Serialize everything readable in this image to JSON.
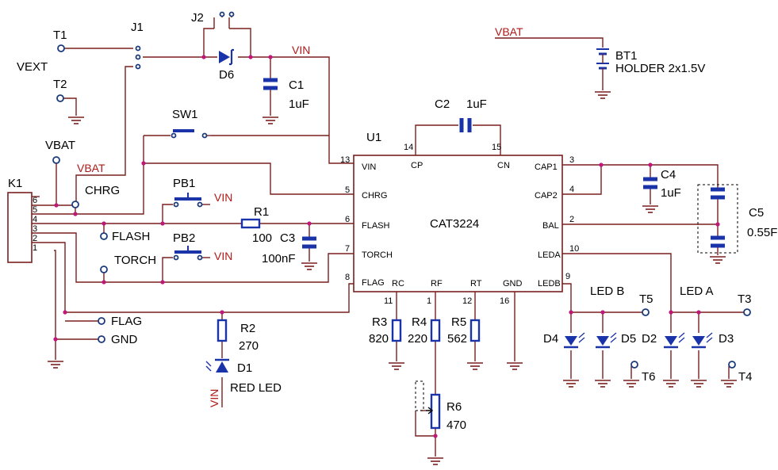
{
  "title": "",
  "ic": {
    "ref": "U1",
    "name": "CAT3224"
  },
  "pins": {
    "vin": {
      "num": "13",
      "name": "VIN"
    },
    "chrg": {
      "num": "5",
      "name": "CHRG"
    },
    "flash": {
      "num": "6",
      "name": "FLASH"
    },
    "torch": {
      "num": "7",
      "name": "TORCH"
    },
    "flag": {
      "num": "8",
      "name": "FLAG"
    },
    "cp": {
      "num": "14",
      "name": "CP"
    },
    "cn": {
      "num": "15",
      "name": "CN"
    },
    "cap1": {
      "num": "3",
      "name": "CAP1"
    },
    "cap2": {
      "num": "4",
      "name": "CAP2"
    },
    "bal": {
      "num": "2",
      "name": "BAL"
    },
    "leda": {
      "num": "10",
      "name": "LEDA"
    },
    "ledb": {
      "num": "9",
      "name": "LEDB"
    },
    "rc": {
      "num": "11",
      "name": "RC"
    },
    "rf": {
      "num": "1",
      "name": "RF"
    },
    "rt": {
      "num": "12",
      "name": "RT"
    },
    "gnd": {
      "num": "16",
      "name": "GND"
    }
  },
  "components": {
    "c1": {
      "ref": "C1",
      "value": "1uF"
    },
    "c2": {
      "ref": "C2",
      "value": "1uF"
    },
    "c3": {
      "ref": "C3",
      "value": "100nF"
    },
    "c4": {
      "ref": "C4",
      "value": "1uF"
    },
    "c5": {
      "ref": "C5",
      "value": "0.55F"
    },
    "r1": {
      "ref": "R1",
      "value": "100"
    },
    "r2": {
      "ref": "R2",
      "value": "270"
    },
    "r3": {
      "ref": "R3",
      "value": "820"
    },
    "r4": {
      "ref": "R4",
      "value": "220"
    },
    "r5": {
      "ref": "R5",
      "value": "562"
    },
    "r6": {
      "ref": "R6",
      "value": "470"
    },
    "d1": {
      "ref": "D1",
      "value": "RED LED"
    },
    "d2": {
      "ref": "D2"
    },
    "d3": {
      "ref": "D3"
    },
    "d4": {
      "ref": "D4"
    },
    "d5": {
      "ref": "D5"
    },
    "d6": {
      "ref": "D6"
    },
    "bt1": {
      "ref": "BT1",
      "value": "HOLDER 2x1.5V"
    },
    "j1": {
      "ref": "J1"
    },
    "j2": {
      "ref": "J2"
    },
    "sw1": {
      "ref": "SW1"
    },
    "pb1": {
      "ref": "PB1"
    },
    "pb2": {
      "ref": "PB2"
    },
    "k1": {
      "ref": "K1",
      "pins": [
        "6",
        "5",
        "4",
        "3",
        "2",
        "1"
      ]
    }
  },
  "terminals": {
    "t1": "T1",
    "t2": "T2",
    "t3": "T3",
    "t4": "T4",
    "t5": "T5",
    "t6": "T6"
  },
  "labels": {
    "vext": "VEXT",
    "vbat_term": "VBAT",
    "chrg": "CHRG",
    "flash": "FLASH",
    "torch": "TORCH",
    "flag": "FLAG",
    "gnd": "GND",
    "led_a": "LED A",
    "led_b": "LED B"
  },
  "nets": {
    "vin_main": "VIN",
    "vin_pb1": "VIN",
    "vin_pb2": "VIN",
    "vin_d1": "VIN",
    "vbat_k1": "VBAT",
    "vbat_bt1": "VBAT"
  },
  "colors": {
    "wire": "#7a1f1f",
    "component": "#1a33a8",
    "junction": "#c2177a",
    "net_label": "#b01818"
  }
}
